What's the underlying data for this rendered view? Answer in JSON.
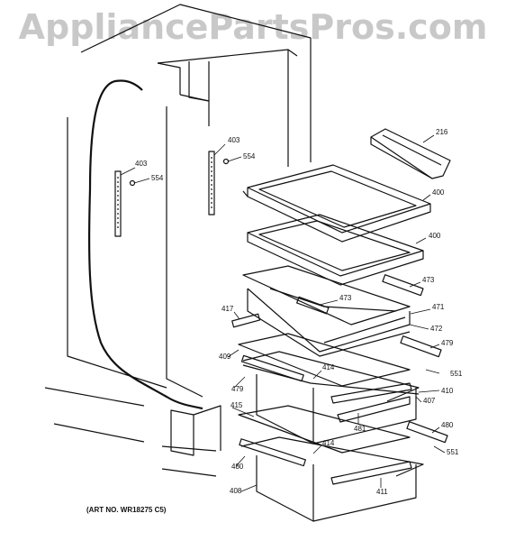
{
  "watermark": "AppliancePartsPros.com",
  "art_number": "(ART NO. WR18275 C5)",
  "callouts": {
    "c403a": "403",
    "c554a": "554",
    "c403b": "403",
    "c554b": "554",
    "c216": "216",
    "c400a": "400",
    "c400b": "400",
    "c473a": "473",
    "c473b": "473",
    "c471": "471",
    "c417": "417",
    "c472": "472",
    "c479a": "479",
    "c409": "409",
    "c414a": "414",
    "c551a": "551",
    "c410": "410",
    "c479b": "479",
    "c407": "407",
    "c415": "415",
    "c481": "481",
    "c480a": "480",
    "c414b": "414",
    "c551b": "551",
    "c480b": "480",
    "c408": "408",
    "c411": "411"
  }
}
